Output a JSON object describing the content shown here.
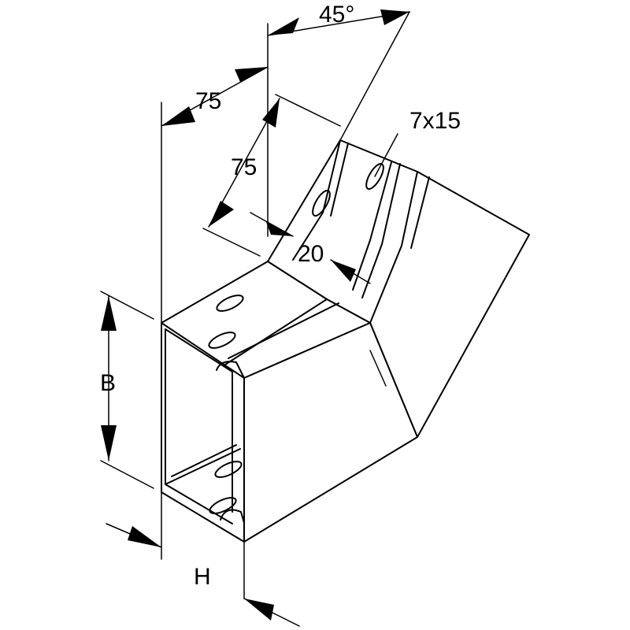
{
  "dimensions": {
    "angle": "45°",
    "side_offset": "75",
    "end_offset": "75",
    "slot": "7x15",
    "flange": "20",
    "width": "B",
    "height": "H"
  }
}
